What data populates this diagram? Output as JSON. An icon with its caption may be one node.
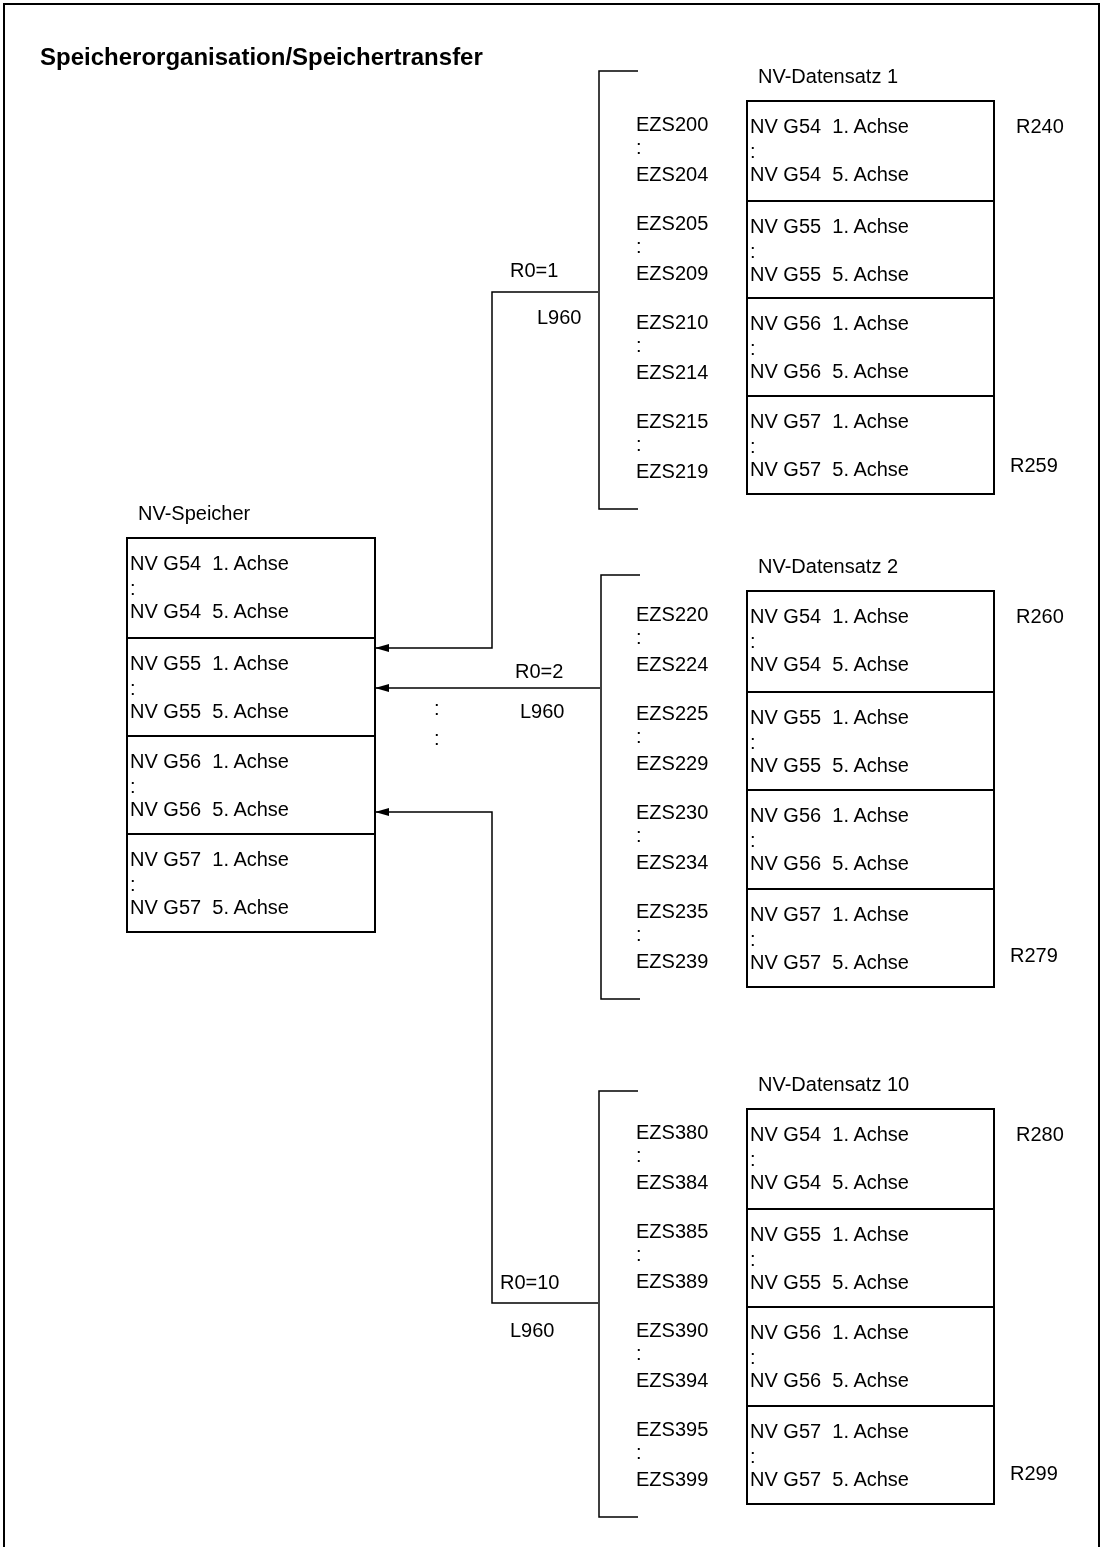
{
  "diagram": {
    "title": "Speicherorganisation/Speichertransfer",
    "nodes": [
      {
        "text": [
          "NV-Speicher"
        ]
      },
      {
        "text": [
          "NV G54  1. Achse",
          ":",
          "NV G54  5. Achse"
        ],
        "in": 0
      },
      {
        "text": [
          "NV G55  1. Achse",
          ":",
          "NV G55  5. Achse"
        ],
        "in": 0
      },
      {
        "text": [
          "NV G56  1. Achse",
          ":",
          "NV G56  5. Achse"
        ],
        "in": 0
      },
      {
        "text": [
          "NV G57  1. Achse",
          ":",
          "NV G57  5. Achse"
        ],
        "in": 0
      },
      {
        "text": [],
        "shape": "bracket"
      },
      {
        "text": [
          "NV-Datensatz 1"
        ]
      },
      {
        "text": [
          "NV G54  1. Achse",
          ":",
          "NV G54  5. Achse"
        ],
        "in": 6
      },
      {
        "text": [
          "NV G55  1. Achse",
          ":",
          "NV G55  5. Achse"
        ],
        "in": 6
      },
      {
        "text": [
          "NV G56  1. Achse",
          ":",
          "NV G56  5. Achse"
        ],
        "in": 6
      },
      {
        "text": [
          "NV G57  1. Achse",
          ":",
          "NV G57  5. Achse"
        ],
        "in": 6
      },
      {
        "text": [],
        "shape": "bracket"
      },
      {
        "text": [
          "NV-Datensatz 2"
        ]
      },
      {
        "text": [
          "NV G54  1. Achse",
          ":",
          "NV G54  5. Achse"
        ],
        "in": 12
      },
      {
        "text": [
          "NV G55  1. Achse",
          ":",
          "NV G55  5. Achse"
        ],
        "in": 12
      },
      {
        "text": [
          "NV G56  1. Achse",
          ":",
          "NV G56  5. Achse"
        ],
        "in": 12
      },
      {
        "text": [
          "NV G57  1. Achse",
          ":",
          "NV G57  5. Achse"
        ],
        "in": 12
      },
      {
        "text": [],
        "shape": "bracket"
      },
      {
        "text": [
          "NV-Datensatz 10"
        ]
      },
      {
        "text": [
          "NV G54  1. Achse",
          ":",
          "NV G54  5. Achse"
        ],
        "in": 18
      },
      {
        "text": [
          "NV G55  1. Achse",
          ":",
          "NV G55  5. Achse"
        ],
        "in": 18
      },
      {
        "text": [
          "NV G56  1. Achse",
          ":",
          "NV G56  5. Achse"
        ],
        "in": 18
      },
      {
        "text": [
          "NV G57  1. Achse",
          ":",
          "NV G57  5. Achse"
        ],
        "in": 18
      }
    ],
    "edges": [
      {
        "from": 5,
        "to": 0,
        "arrow": "to",
        "label": "R0=1"
      },
      {
        "from": 11,
        "to": 0,
        "arrow": "to",
        "label": "R0=2"
      },
      {
        "from": 17,
        "to": 0,
        "arrow": "to",
        "label": "R0=10"
      }
    ],
    "labels": [
      "EZS200",
      "R240",
      ":",
      "EZS204",
      "EZS205",
      ":",
      "EZS209",
      "EZS210",
      ":",
      "EZS214",
      "EZS215",
      ":",
      "EZS219",
      "R259",
      "L960",
      ":",
      "L960",
      ":",
      "EZS220",
      "R260",
      ":",
      "EZS224",
      "EZS225",
      ":",
      "EZS229",
      "EZS230",
      ":",
      "EZS234",
      "EZS235",
      ":",
      "EZS239",
      "R279",
      "EZS380",
      "R280",
      ":",
      "EZS384",
      "EZS385",
      ":",
      "EZS389",
      "EZS390",
      ":",
      "EZS394",
      "EZS395",
      ":",
      "EZS399",
      "R299",
      "L960"
    ]
  }
}
